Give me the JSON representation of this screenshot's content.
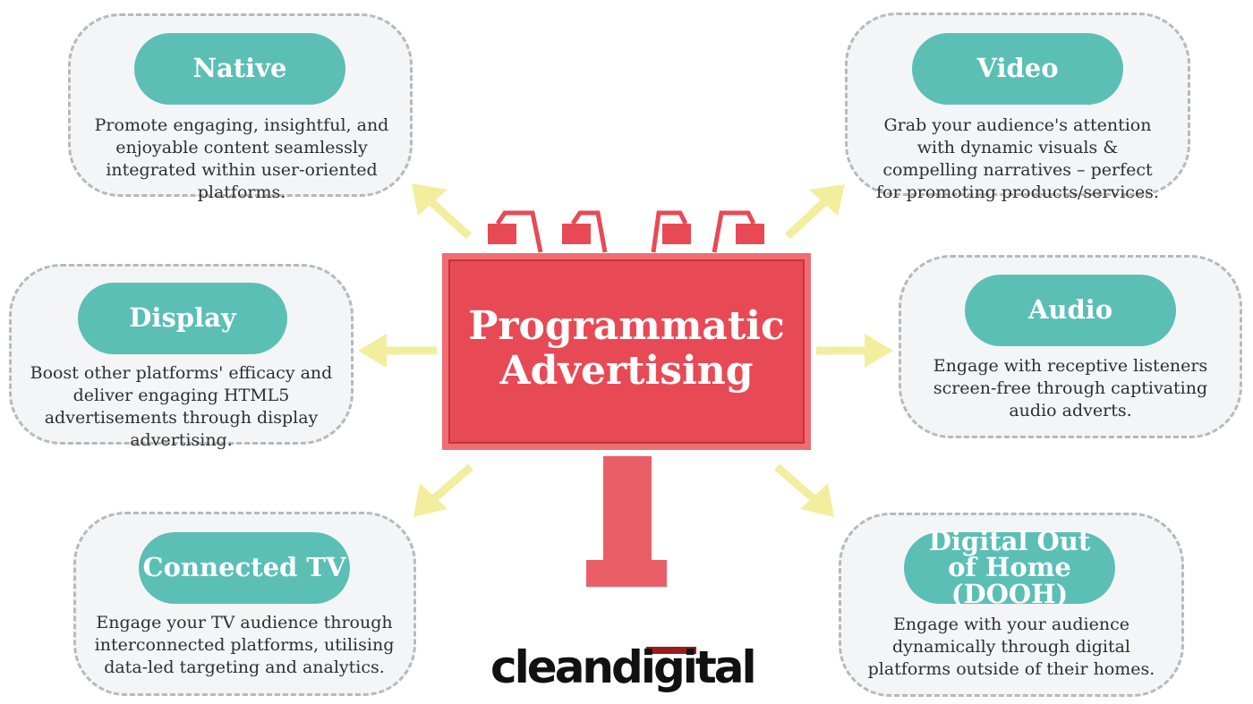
{
  "title": "Programmatic Advertising",
  "logo": {
    "text": "cleandigital"
  },
  "colors": {
    "card_fill": "#f4f5f7",
    "card_border": "#b9b9b9",
    "pill": "#5bbfb5",
    "billboard": "#e84a55",
    "arrow": "#f2ee9e"
  },
  "cards": [
    {
      "id": "native",
      "title": "Native",
      "description": "Promote engaging, insightful, and enjoyable content seamlessly integrated within user-oriented platforms."
    },
    {
      "id": "video",
      "title": "Video",
      "description": "Grab your audience's attention with dynamic visuals & compelling narratives – perfect for promoting products/services."
    },
    {
      "id": "display",
      "title": "Display",
      "description": "Boost other platforms' efficacy and deliver engaging HTML5 advertisements through display advertising."
    },
    {
      "id": "audio",
      "title": "Audio",
      "description": "Engage with receptive listeners screen-free through captivating audio adverts."
    },
    {
      "id": "connected-tv",
      "title": "Connected TV",
      "description": "Engage your TV audience through interconnected platforms, utilising data-led targeting and analytics."
    },
    {
      "id": "dooh",
      "title": "Digital Out of Home (DOOH)",
      "description": "Engage with your audience dynamically through digital platforms outside of their homes."
    }
  ]
}
